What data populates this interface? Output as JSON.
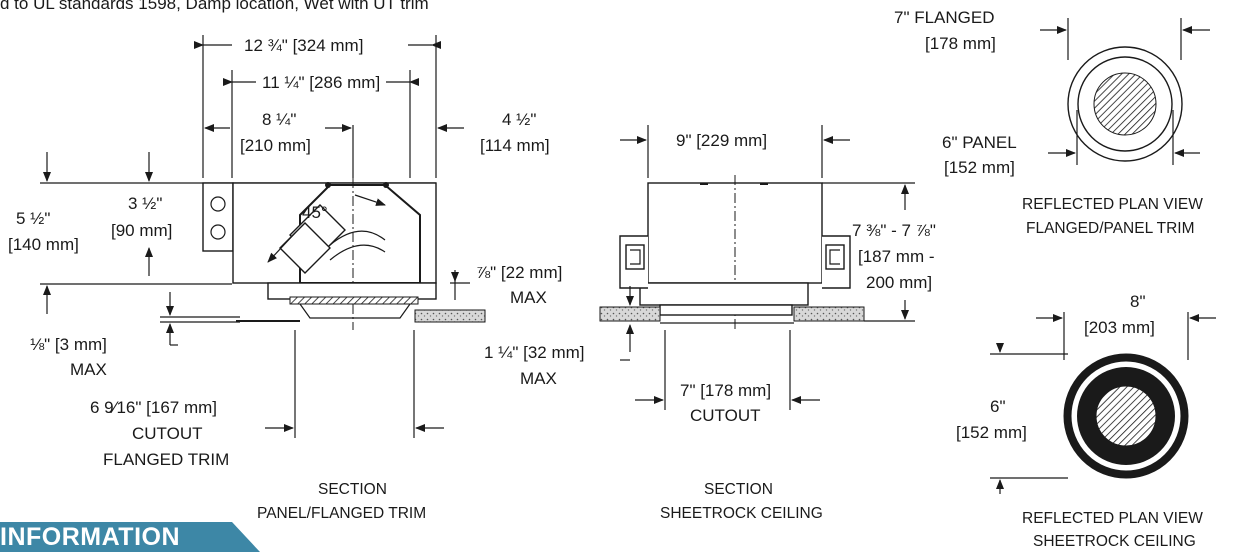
{
  "header": {
    "note": "d to UL standards 1598, Damp location, Wet with UT trim"
  },
  "section_panel": {
    "dim_overall": "12 ¾\" [324 mm]",
    "dim_body": "11 ¼\" [286 mm]",
    "dim_offset_in": "8 ¼\"",
    "dim_offset_mm": "[210 mm]",
    "dim_side_in": "4 ½\"",
    "dim_side_mm": "[114 mm]",
    "dim_height_in": "5 ½\"",
    "dim_height_mm": "[140 mm]",
    "dim_box_in": "3 ½\"",
    "dim_box_mm": "[90 mm]",
    "angle": "45°",
    "dim_trim_a": "⅞\" [22 mm]",
    "dim_trim_b": "MAX",
    "dim_flange_a": "⅛\" [3 mm]",
    "dim_flange_b": "MAX",
    "dim_cutout_a": "6 9⁄16\" [167 mm]",
    "dim_cutout_b": "CUTOUT",
    "dim_cutout_c": "FLANGED TRIM",
    "caption_a": "SECTION",
    "caption_b": "PANEL/FLANGED TRIM"
  },
  "section_sheetrock": {
    "dim_width": "9\" [229 mm]",
    "dim_height_a": "7 ⅜\" - 7 ⅞\"",
    "dim_height_b": "[187 mm -",
    "dim_height_c": "200 mm]",
    "dim_ceiling_a": "1 ¼\" [32 mm]",
    "dim_ceiling_b": "MAX",
    "dim_cutout_a": "7\" [178 mm]",
    "dim_cutout_b": "CUTOUT",
    "caption_a": "SECTION",
    "caption_b": "SHEETROCK CEILING"
  },
  "plan_flanged": {
    "dim_flanged_a": "7\" FLANGED",
    "dim_flanged_b": "[178 mm]",
    "dim_panel_a": "6\"  PANEL",
    "dim_panel_b": "[152 mm]",
    "caption_a": "REFLECTED PLAN VIEW",
    "caption_b": "FLANGED/PANEL TRIM"
  },
  "plan_sheetrock": {
    "dim_width_a": "8\"",
    "dim_width_b": "[203 mm]",
    "dim_height_a": "6\"",
    "dim_height_b": "[152 mm]",
    "caption_a": "REFLECTED PLAN VIEW",
    "caption_b": "SHEETROCK CEILING"
  },
  "footer": {
    "banner": "INFORMATION",
    "banner_color": "#3d87a6"
  }
}
